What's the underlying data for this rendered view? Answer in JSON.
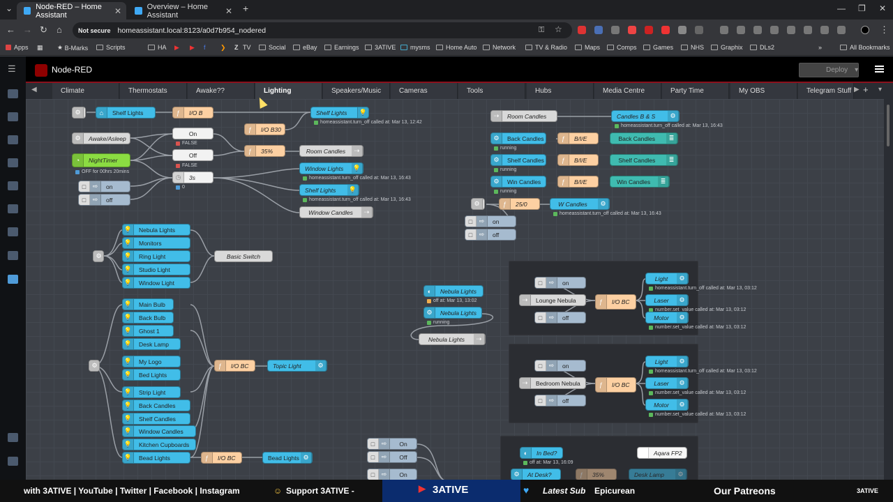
{
  "browser": {
    "tabs": [
      {
        "title": "Node-RED – Home Assistant",
        "active": true
      },
      {
        "title": "Overview – Home Assistant",
        "active": false
      }
    ],
    "new_tab_glyph": "+",
    "security_label": "Not secure",
    "url": "homeassistant.local:8123/a0d7b954_nodered",
    "bookmarks": [
      "Apps",
      "B-Marks",
      "Scripts",
      "HA",
      "Z",
      "TV",
      "Social",
      "eBay",
      "Earnings",
      "3ATIVE",
      "mysms",
      "Home Auto",
      "Network",
      "TV & Radio",
      "Maps",
      "Comps",
      "Games",
      "NHS",
      "Graphix",
      "DLs2"
    ],
    "all_bookmarks": "All Bookmarks"
  },
  "nodered": {
    "title": "Node-RED",
    "deploy_label": "Deploy",
    "flow_tabs": [
      "Climate",
      "Thermostats",
      "Awake??",
      "Lighting",
      "Speakers/Music",
      "Cameras",
      "Tools",
      "Hubs",
      "Media Centre",
      "Party Time",
      "My OBS",
      "Telegram Stuff"
    ],
    "active_tab": "Lighting"
  },
  "nodes": {
    "shelf_lights_in": "Shelf Lights",
    "iob_1": "I/O B",
    "shelf_lights_out": "Shelf Lights",
    "shelf_lights_out_status": "homeassistant.turn_off called at: Mar 13, 12:42",
    "awake_asleep": "Awake/Asleep",
    "nighttimer": "NightTimer",
    "nighttimer_status": "OFF for 00hrs 20mins",
    "sw_on": "On",
    "sw_on_status": "FALSE",
    "sw_off": "Off",
    "sw_off_status": "FALSE",
    "delay_3s": "3s",
    "delay_3s_status": "0",
    "iob30": "I/O B30",
    "pct35": "35%",
    "room_candles_mid": "Room Candles",
    "window_lights": "Window Lights",
    "window_lights_status": "homeassistant.turn_off called at: Mar 13, 16:43",
    "shelf_lights_2": "Shelf Lights",
    "shelf_lights_2_status": "homeassistant.turn_off called at: Mar 13, 16:43",
    "window_candles": "Window Candles",
    "inject_on": "on",
    "inject_off": "off",
    "basic_list": [
      "Nebula Lights",
      "Monitors",
      "Ring Light",
      "Studio Light",
      "Window Light"
    ],
    "basic_switch": "Basic Switch",
    "topic_list": [
      "Main Bulb",
      "Back Bulb",
      "Ghost 1",
      "Desk Lamp",
      "My Logo",
      "Bed Lights",
      "Strip Light",
      "Back Candles",
      "Shelf Candles",
      "Window Candles",
      "Kitchen Cupboards",
      "Bead Lights"
    ],
    "io_bc": "I/O BC",
    "topic_light": "Topic Light",
    "bead_lights_out": "Bead Lights",
    "nebula_state": "Nebula Lights",
    "nebula_state_status": "off at: Mar 13, 13:02",
    "nebula_trigger": "Nebula Lights",
    "nebula_trigger_status": "running",
    "nebula_lights_gray": "Nebula Lights",
    "room_candles_link": "Room Candles",
    "candles_bs": "Candles B & S",
    "candles_bs_status": "homeassistant.turn_off called at: Mar 13, 16:43",
    "back_candles": "Back Candles",
    "shelf_candles": "Shelf Candles",
    "win_candles": "Win Candles",
    "running": "running",
    "bie": "B/I/E",
    "pct25": "25/0",
    "w_candles": "W Candles",
    "w_candles_status": "homeassistant.turn_off called at: Mar 13, 16:43",
    "nebula_group": {
      "on": "on",
      "off": "off",
      "lounge": "Lounge Nebula",
      "bedroom": "Bedroom Nebula",
      "fn": "I/O BC",
      "light": "Light",
      "laser": "Laser",
      "motor": "Motor",
      "light_status": "homeassistant.turn_off called at: Mar 13, 03:12",
      "laser_status": "number.set_value called at: Mar 13, 03:12",
      "motor_status": "number.set_value called at: Mar 13, 03:12"
    },
    "bottom": {
      "on1": "On",
      "off1": "Off",
      "on2": "On",
      "in_bed": "In Bed?",
      "in_bed_status": "off at: Mar 13, 16:09",
      "at_desk": "At Desk?",
      "pct": "35%",
      "desk_lamp": "Desk Lamp",
      "aqara": "Aqara FP2"
    }
  },
  "ticker": {
    "segment1": "with 3ATIVE | YouTube | Twitter | Facebook | Instagram",
    "segment2": "Support 3ATIVE -",
    "brand": "3ATIVE",
    "latest_sub": "Latest Sub",
    "sub_name": "Epicurean",
    "patreons": "Our Patreons",
    "brand_right": "3ATIVE"
  }
}
